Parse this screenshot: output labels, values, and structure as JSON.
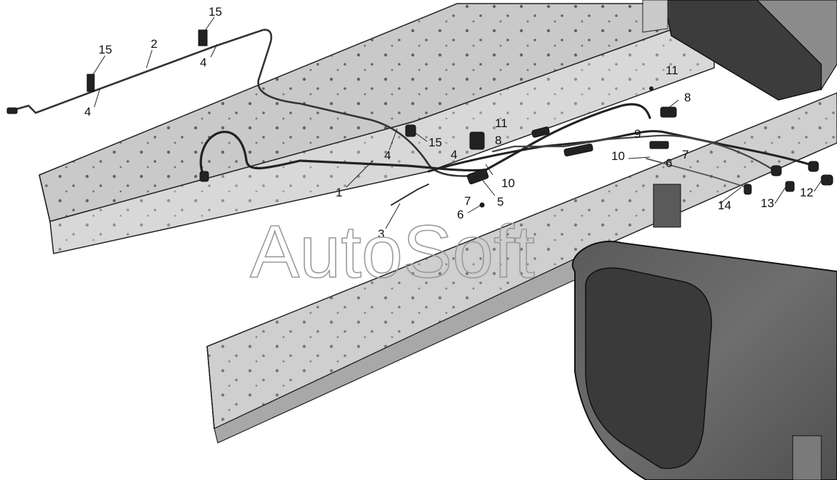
{
  "watermark": "AutoSoft",
  "callouts": [
    {
      "id": "c15a",
      "text": "15"
    },
    {
      "id": "c15b",
      "text": "15"
    },
    {
      "id": "c2",
      "text": "2"
    },
    {
      "id": "c4a",
      "text": "4"
    },
    {
      "id": "c4b",
      "text": "4"
    },
    {
      "id": "c1",
      "text": "1"
    },
    {
      "id": "c4c",
      "text": "4"
    },
    {
      "id": "c15c",
      "text": "15"
    },
    {
      "id": "c11a",
      "text": "11"
    },
    {
      "id": "c8a",
      "text": "8"
    },
    {
      "id": "c4d",
      "text": "4"
    },
    {
      "id": "c10a",
      "text": "10"
    },
    {
      "id": "c5",
      "text": "5"
    },
    {
      "id": "c7a",
      "text": "7"
    },
    {
      "id": "c6a",
      "text": "6"
    },
    {
      "id": "c3",
      "text": "3"
    },
    {
      "id": "c11b",
      "text": "11"
    },
    {
      "id": "c8b",
      "text": "8"
    },
    {
      "id": "c9",
      "text": "9"
    },
    {
      "id": "c7b",
      "text": "7"
    },
    {
      "id": "c10b",
      "text": "10"
    },
    {
      "id": "c6b",
      "text": "6"
    },
    {
      "id": "c14",
      "text": "14"
    },
    {
      "id": "c13",
      "text": "13"
    },
    {
      "id": "c12",
      "text": "12"
    }
  ]
}
